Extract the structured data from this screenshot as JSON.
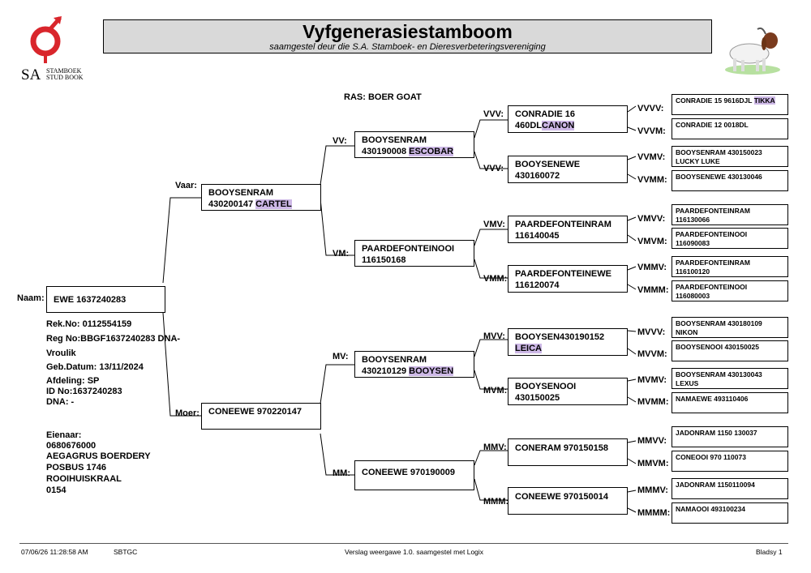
{
  "header": {
    "title": "Vyfgenerasiestamboom",
    "subtitle": "saamgestel deur die S.A. Stamboek- en Dieresverbeteringsvereniging",
    "logo_sa": "SA",
    "logo_line1": "STAMBOEK",
    "logo_line2": "STUD BOOK"
  },
  "breed": "RAS: BOER GOAT",
  "animal": {
    "name_label": "Naam:",
    "name": "EWE 1637240283",
    "rek_no": "Rek.No: 0112554159",
    "reg_no": "Reg No:BBGF1637240283 DNA-",
    "sex": "Vroulik",
    "birth": "Geb.Datum: 13/11/2024",
    "section": "Afdeling: SP",
    "id_no": "ID No:1637240283",
    "dna": "DNA: -"
  },
  "owner": {
    "label": "Eienaar:",
    "number": "0680676000",
    "name": "AEGAGRUS BOERDERY",
    "box": "POSBUS 1746",
    "town": "ROOIHUISKRAAL",
    "code": "0154"
  },
  "parents": {
    "sire": {
      "label": "Vaar:",
      "line1": "BOOYSENRAM",
      "line2": "430200147",
      "hl": "CARTEL"
    },
    "dam": {
      "label": "Moer:",
      "line1": "CONEEWE 970220147",
      "line2": "",
      "hl": ""
    }
  },
  "grandparents": {
    "vv": {
      "label": "VV:",
      "line1": "BOOYSENRAM",
      "line2": "430190008",
      "hl": "ESCOBAR"
    },
    "vm": {
      "label": "VM:",
      "line1": "PAARDEFONTEINOOI",
      "line2": "116150168",
      "hl": ""
    },
    "mv": {
      "label": "MV:",
      "line1": "BOOYSENRAM",
      "line2": "430210129",
      "hl": "BOOYSEN"
    },
    "mm": {
      "label": "MM:",
      "line1": "CONEEWE 970190009",
      "line2": "",
      "hl": ""
    }
  },
  "great_grandparents": {
    "vvv": {
      "label": "VVV:",
      "line1": "CONRADIE 16",
      "line2": "460DL",
      "hl": "CANON"
    },
    "vvm": {
      "label": "VVV:",
      "line1": "BOOYSENEWE",
      "line2": "430160072",
      "hl": ""
    },
    "vmv": {
      "label": "VMV:",
      "line1": "PAARDEFONTEINRAM",
      "line2": "116140045",
      "hl": ""
    },
    "vmm": {
      "label": "VMM:",
      "line1": "PAARDEFONTEINEWE",
      "line2": "116120074",
      "hl": ""
    },
    "mvv": {
      "label": "MVV:",
      "line1": "BOOYSEN430190152",
      "line2": "",
      "hl": "LEICA"
    },
    "mvm": {
      "label": "MVM:",
      "line1": "BOOYSENOOI",
      "line2": "430150025",
      "hl": ""
    },
    "mmv": {
      "label": "MMV:",
      "line1": "CONERAM 970150158",
      "line2": "",
      "hl": ""
    },
    "mmm": {
      "label": "MMM:",
      "line1": "CONEEWE 970150014",
      "line2": "",
      "hl": ""
    }
  },
  "gen4": {
    "vvvv": {
      "label": "VVVV:",
      "line1": "CONRADIE 15 9616DJL",
      "line2": "",
      "hl": "TIKKA"
    },
    "vvvm": {
      "label": "VVVM:",
      "line1": "CONRADIE 12 0018DL",
      "line2": "",
      "hl": ""
    },
    "vvmv": {
      "label": "VVMV:",
      "line1": "BOOYSENRAM 430150023",
      "line2": "LUCKY LUKE",
      "hl": ""
    },
    "vvmm": {
      "label": "VVMM:",
      "line1": "BOOYSENEWE 430130046",
      "line2": "",
      "hl": ""
    },
    "vmvv": {
      "label": "VMVV:",
      "line1": "PAARDEFONTEINRAM",
      "line2": "116130066",
      "hl": ""
    },
    "vmvm": {
      "label": "VMVM:",
      "line1": "PAARDEFONTEINOOI",
      "line2": "116090083",
      "hl": ""
    },
    "vmmv": {
      "label": "VMMV:",
      "line1": "PAARDEFONTEINRAM",
      "line2": "116100120",
      "hl": ""
    },
    "vmmm": {
      "label": "VMMM:",
      "line1": "PAARDEFONTEINOOI",
      "line2": "116080003",
      "hl": ""
    },
    "mvvv": {
      "label": "MVVV:",
      "line1": "BOOYSENRAM 430180109",
      "line2": "NIKON",
      "hl": ""
    },
    "mvvm": {
      "label": "MVVM:",
      "line1": "BOOYSENOOI 430150025",
      "line2": "",
      "hl": ""
    },
    "mvmv": {
      "label": "MVMV:",
      "line1": "BOOYSENRAM 430130043",
      "line2": "LEXUS",
      "hl": ""
    },
    "mvmm": {
      "label": "MVMM:",
      "line1": "NAMAEWE 493110406",
      "line2": "",
      "hl": ""
    },
    "mmvv": {
      "label": "MMVV:",
      "line1": "JADONRAM 1150 130037",
      "line2": "",
      "hl": ""
    },
    "mmvm": {
      "label": "MMVM:",
      "line1": "CONEOOI 970 110073",
      "line2": "",
      "hl": ""
    },
    "mmmv": {
      "label": "MMMV:",
      "line1": "JADONRAM 1150110094",
      "line2": "",
      "hl": ""
    },
    "mmmm": {
      "label": "MMMM:",
      "line1": "NAMAOOI 493100234",
      "line2": "",
      "hl": ""
    }
  },
  "footer": {
    "datetime": "07/06/26 11:28:58 AM",
    "code": "SBTGC",
    "report": "Verslag weergawe 1.0. saamgestel met Logix",
    "page": "Bladsy 1"
  },
  "colors": {
    "highlight": "#cdb8e6",
    "title_bg": "#d9d9d9",
    "logo_red": "#d9262c"
  },
  "icons": [
    "stud-book-logo-icon",
    "goat-image-icon"
  ]
}
